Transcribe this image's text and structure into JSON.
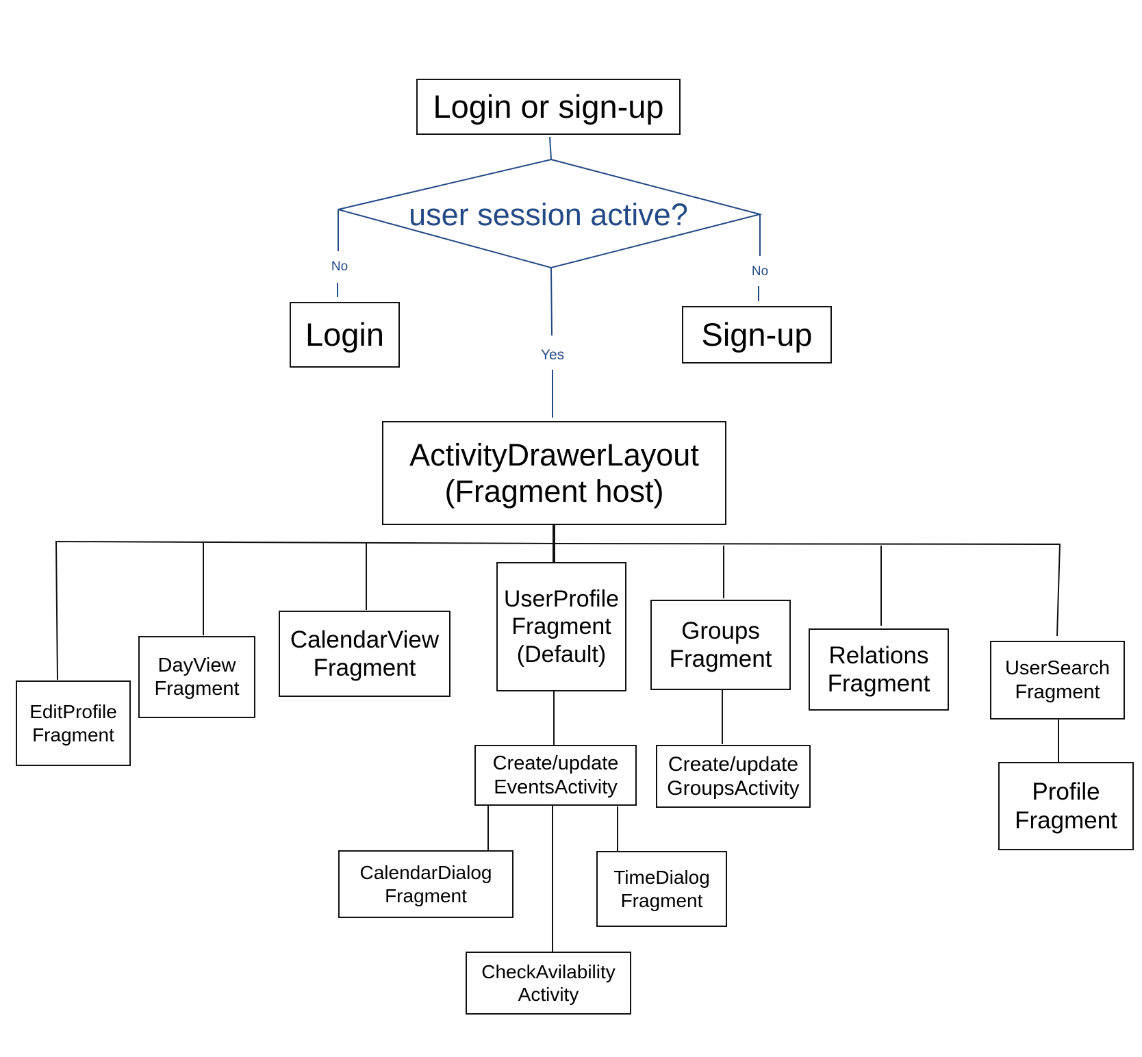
{
  "diagram": {
    "start": "Login or sign-up",
    "decision": "user session active?",
    "edge_no_left": "No",
    "edge_no_right": "No",
    "edge_yes": "Yes",
    "login": "Login",
    "signup": "Sign-up",
    "host": "ActivityDrawerLayout\n(Fragment host)",
    "edit_profile": "EditProfile\nFragment",
    "day_view": "DayView\nFragment",
    "calendar_view": "CalendarView\nFragment",
    "user_profile": "UserProfile\nFragment\n(Default)",
    "groups": "Groups\nFragment",
    "relations": "Relations\nFragment",
    "user_search": "UserSearch\nFragment",
    "events_activity": "Create/update\nEventsActivity",
    "groups_activity": "Create/update\nGroupsActivity",
    "profile": "Profile\nFragment",
    "calendar_dialog": "CalendarDialog\nFragment",
    "time_dialog": "TimeDialog\nFragment",
    "check_availability": "CheckAvilability\nActivity"
  },
  "colors": {
    "decision": "#244a85",
    "box_border": "#111111"
  }
}
